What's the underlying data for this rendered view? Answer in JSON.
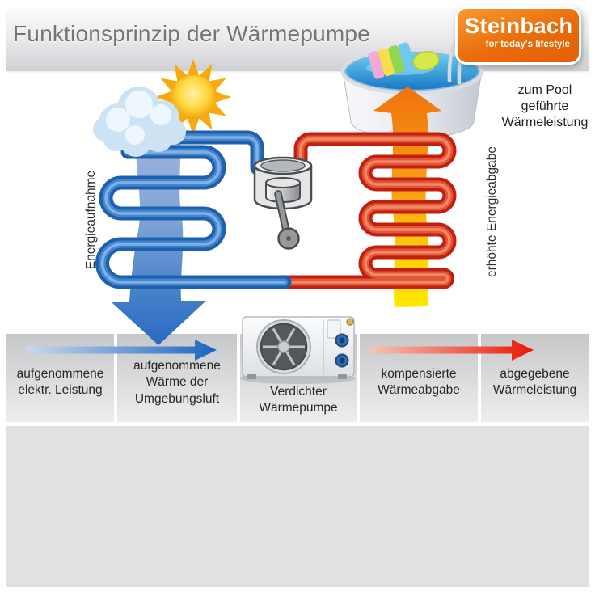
{
  "title": "Funktionsprinzip der Wärmepumpe",
  "logo": {
    "brand": "Steinbach",
    "tagline": "for today's lifestyle"
  },
  "diagram": {
    "left_coil_label": "Energieaufnahme",
    "right_coil_label": "erhöhte Energieabgabe",
    "pool_label_lines": [
      "zum Pool",
      "geführte",
      "Wärmeleistung"
    ]
  },
  "bottom_row": {
    "panels": [
      {
        "lines": [
          "aufgenommene",
          "elektr. Leistung"
        ]
      },
      {
        "lines": [
          "aufgenommene",
          "Wärme der",
          "Umgebungsluft"
        ]
      },
      {
        "lines": [
          "Verdichter",
          "Wärmepumpe"
        ]
      },
      {
        "lines": [
          "kompensierte",
          "Wärmeabgabe"
        ]
      },
      {
        "lines": [
          "abgegebene",
          "Wärmeleistung"
        ]
      }
    ]
  },
  "colors": {
    "pipe_cold_blue": "#2166b4",
    "pipe_hot_red": "#cc2717",
    "ribbon_warm_orange": "#f1730e",
    "ribbon_warm_yellow": "#ffe800",
    "ribbon_cool_blue": "#2e6fc4",
    "logo_orange": "#ee7203",
    "water_blue": "#1e8fd5",
    "sun_yellow": "#ffd83e",
    "panel_gray": "#d2d3d5"
  }
}
